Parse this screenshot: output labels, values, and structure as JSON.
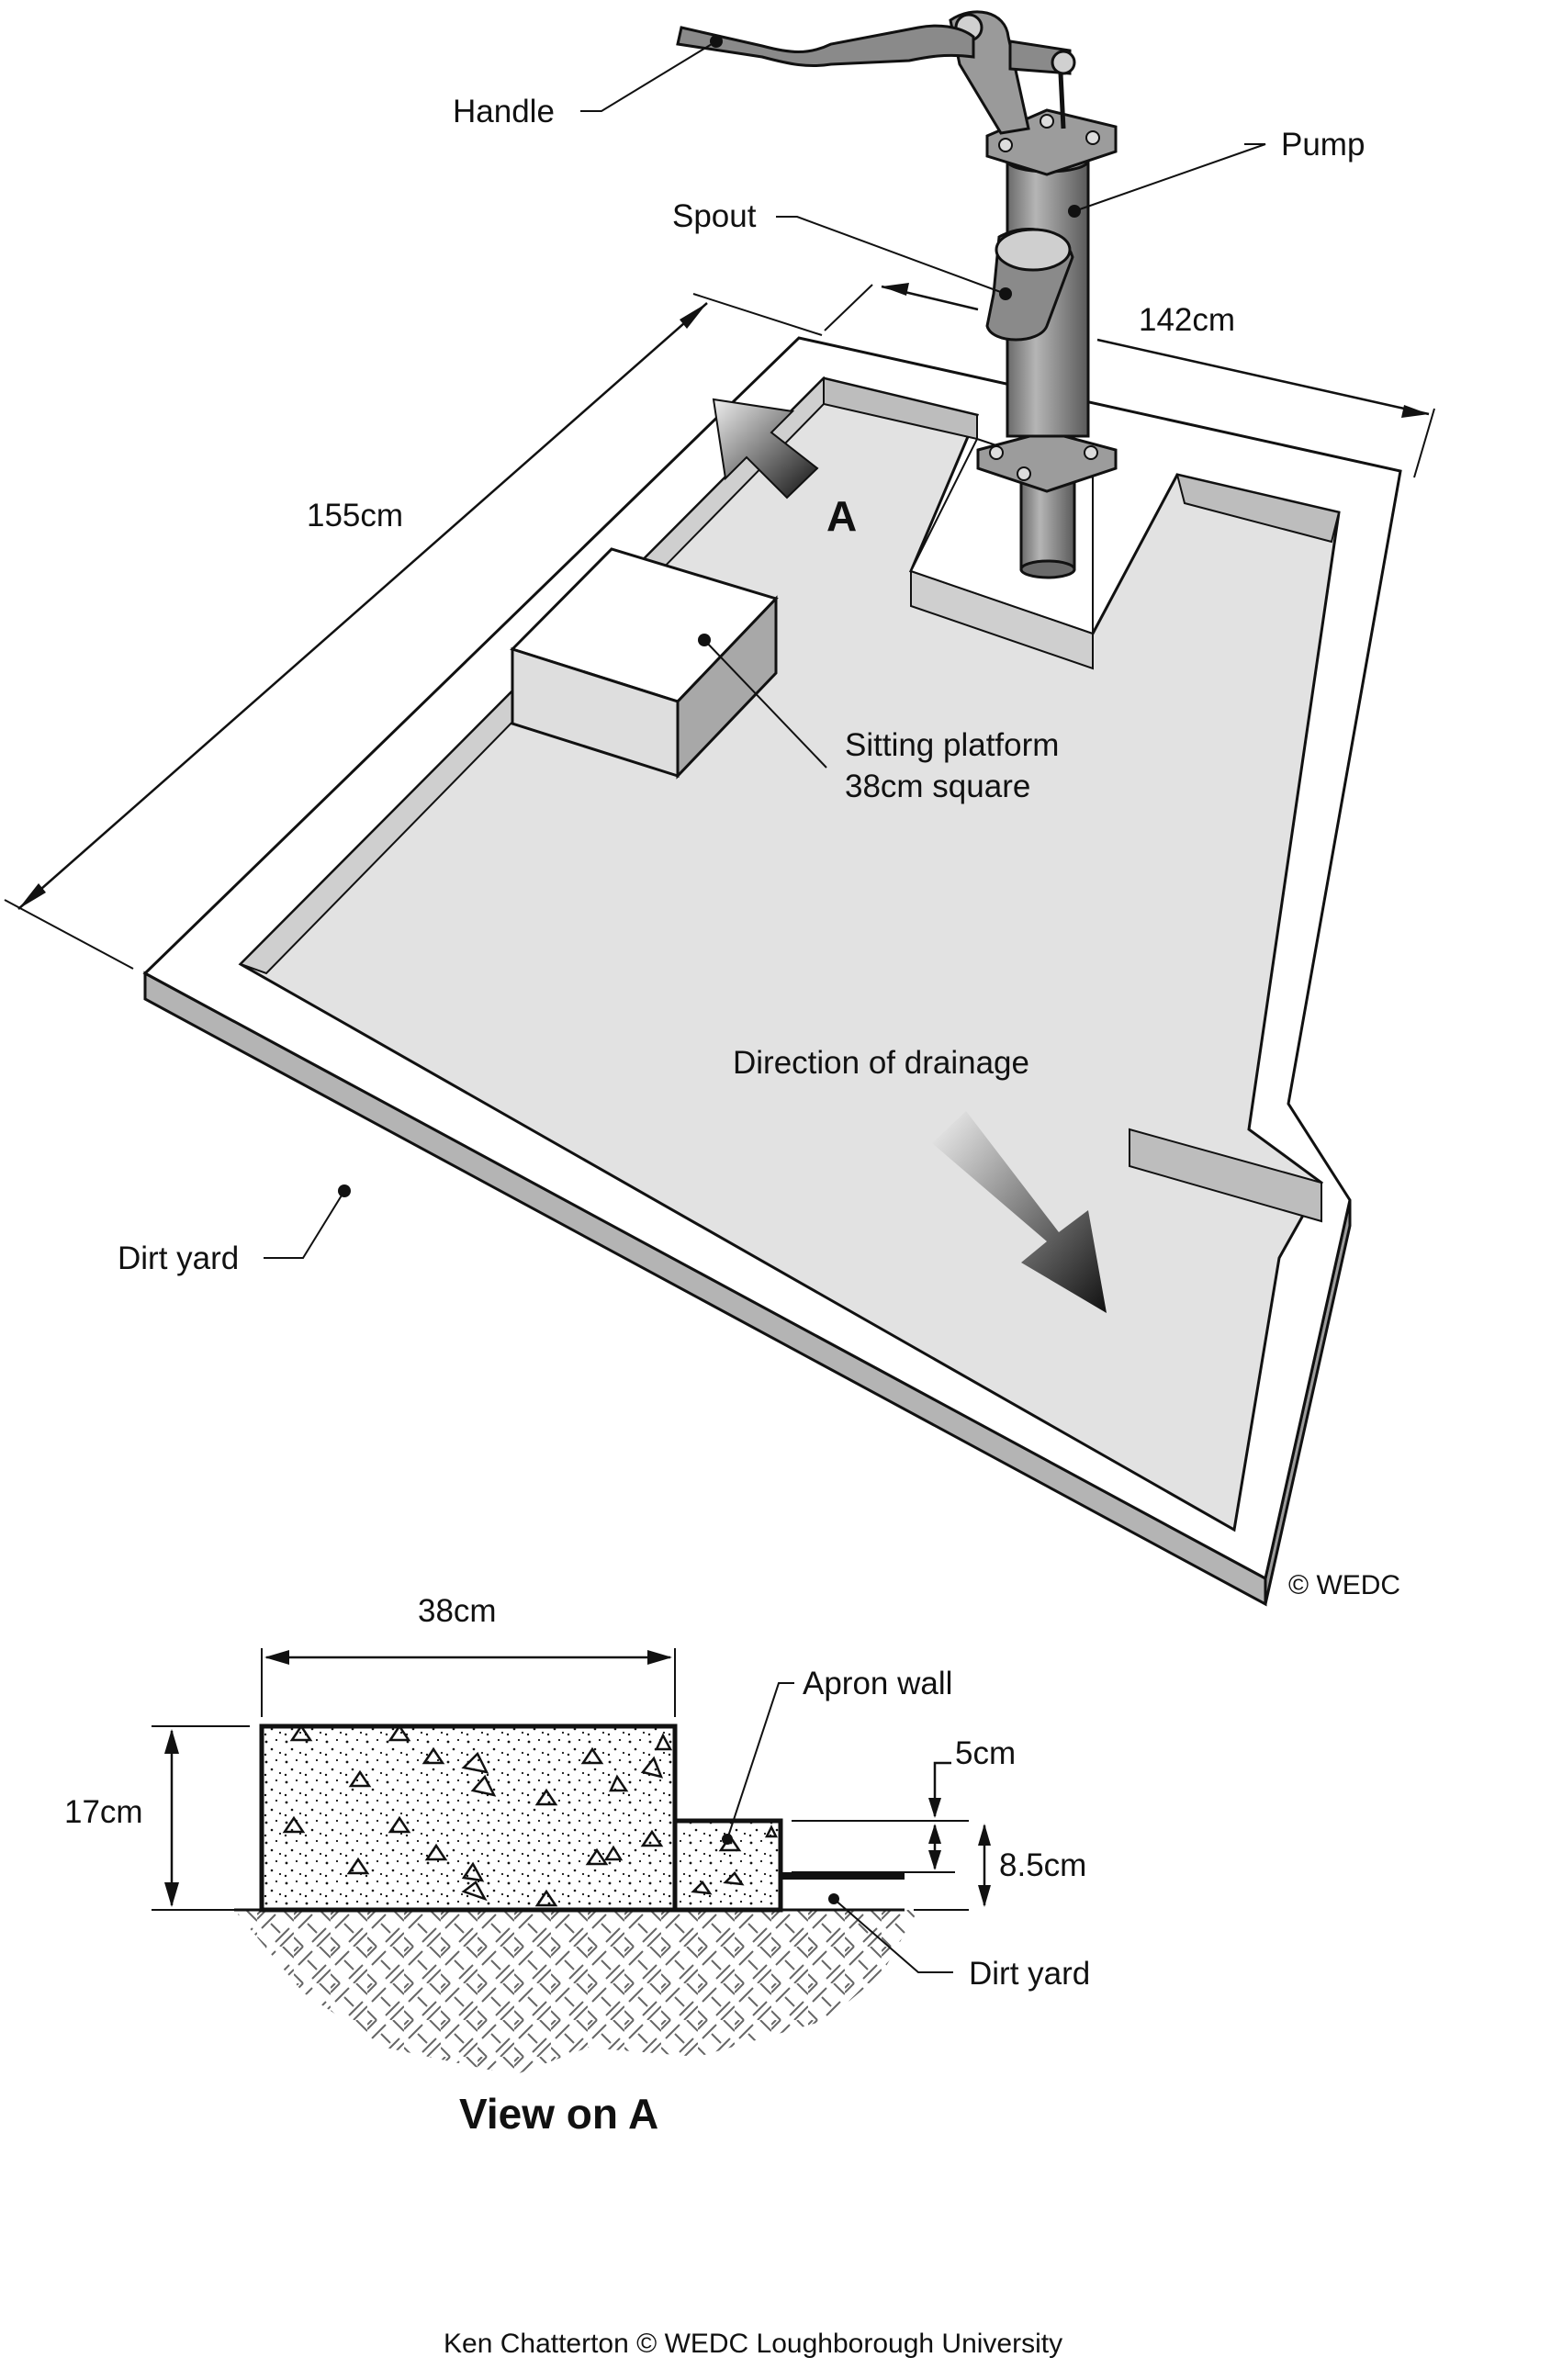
{
  "labels": {
    "handle": "Handle",
    "pump": "Pump",
    "spout": "Spout",
    "width": "142cm",
    "length": "155cm",
    "view_marker": "A",
    "platform_line1": "Sitting platform",
    "platform_line2": "38cm square",
    "drainage": "Direction of drainage",
    "dirt_yard_top": "Dirt yard",
    "copyright_top": "©  WEDC"
  },
  "section": {
    "title": "View on A",
    "width": "38cm",
    "height": "17cm",
    "apron_wall": "Apron wall",
    "wall_top": "5cm",
    "wall_height": "8.5cm",
    "dirt_yard": "Dirt yard"
  },
  "footer": {
    "credit": "Ken Chatterton   ©  WEDC  Loughborough University"
  },
  "colors": {
    "ink": "#111111",
    "floor": "#e2e2e2",
    "wall_side": "#b4b4b4",
    "pump_metal": "#8a8a8a",
    "pump_dark": "#555555"
  }
}
